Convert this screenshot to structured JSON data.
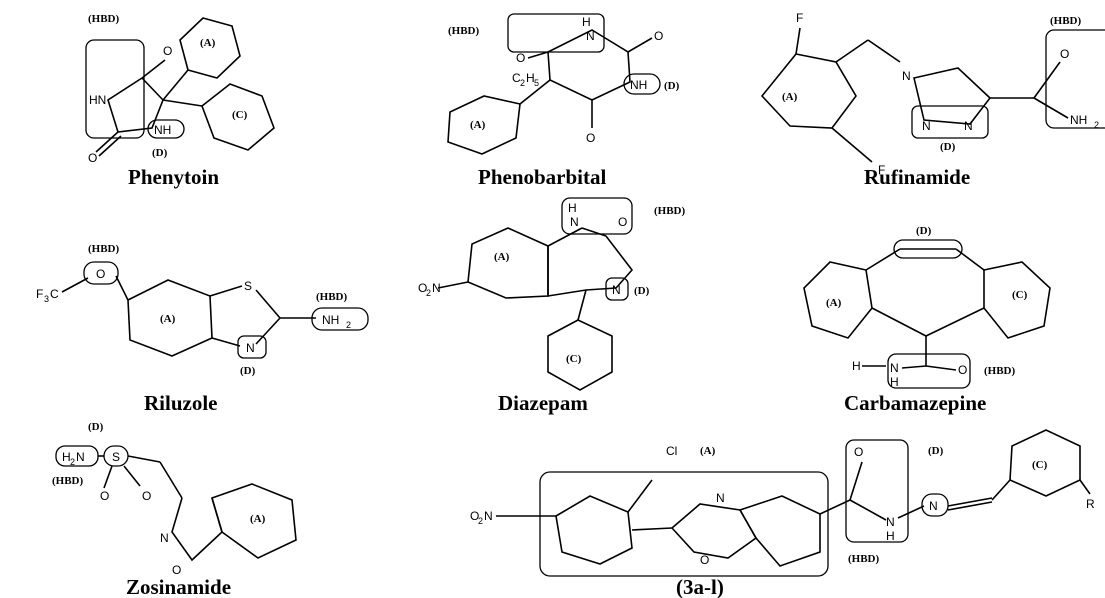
{
  "tags": {
    "hbd": "(HBD)",
    "d": "(D)",
    "a": "(A)",
    "c": "(C)"
  },
  "atoms": {
    "hn": "HN",
    "nh": "NH",
    "n": "N",
    "o": "O",
    "s": "S",
    "h": "H",
    "f": "F",
    "nh2": "NH",
    "ethyl": "C",
    "h2n": "H",
    "o2n": "O",
    "f3c": "F",
    "cl": "Cl",
    "r": "R",
    "n1": "N",
    "n_dbl": "N",
    "n_ring": "N"
  },
  "subs": {
    "two": "2",
    "five": "5",
    "three": "3",
    "h": "H",
    "n": "N",
    "c": "C"
  },
  "drugs": {
    "phenytoin": "Phenytoin",
    "phenobarbital": "Phenobarbital",
    "rufinamide": "Rufinamide",
    "riluzole": "Riluzole",
    "diazepam": "Diazepam",
    "carbamazepine": "Carbamazepine",
    "zosinamide": "Zosinamide",
    "compounds": "(3a-l)"
  }
}
